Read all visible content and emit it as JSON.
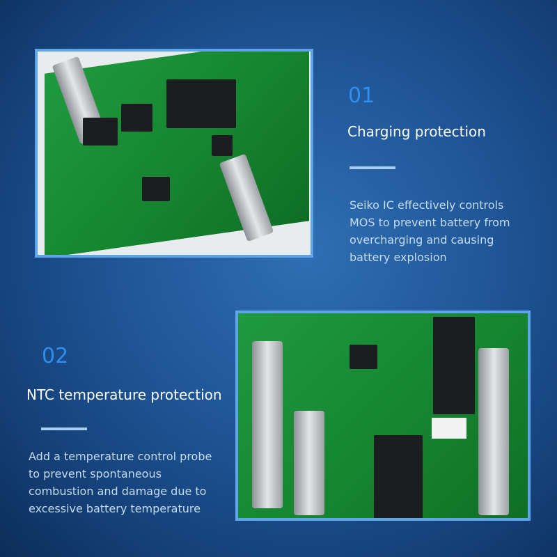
{
  "sections": [
    {
      "number": "01",
      "title": "Charging protection",
      "description": [
        "Seiko IC effectively controls",
        "MOS to prevent battery from",
        "overcharging and causing",
        "battery explosion"
      ]
    },
    {
      "number": "02",
      "title": "NTC temperature protection",
      "description": [
        "Add a temperature control probe",
        "to prevent spontaneous",
        "combustion and damage due to",
        "excessive battery temperature"
      ]
    }
  ],
  "colors": {
    "accent_number": "#2e8ff0",
    "frame": "#5ea4e6",
    "background": "#1f5596",
    "pcb": "#1f9a3e"
  }
}
